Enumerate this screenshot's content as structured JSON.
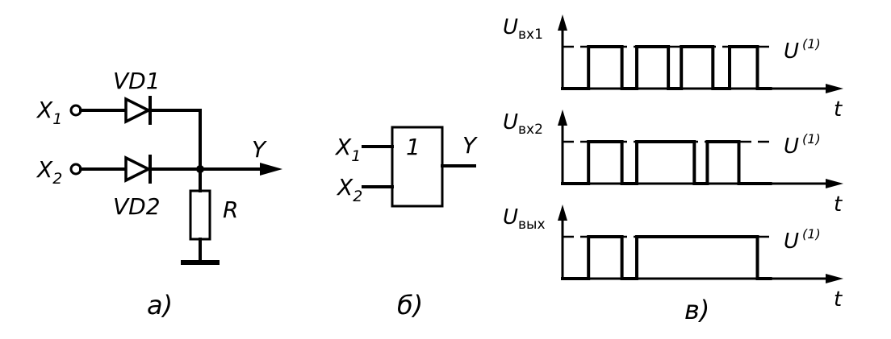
{
  "circuit": {
    "input1": "X",
    "input1_sub": "1",
    "input2": "X",
    "input2_sub": "2",
    "diode1": "VD1",
    "diode2": "VD2",
    "resistor": "R",
    "output": "Y",
    "caption": "а)"
  },
  "gate": {
    "symbol": "1",
    "input1": "X",
    "input1_sub": "1",
    "input2": "X",
    "input2_sub": "2",
    "output": "Y",
    "caption": "б)"
  },
  "timing": {
    "caption": "в)",
    "time_label": "t",
    "level_label": "U",
    "level_sup": "(1)",
    "signals": [
      {
        "name": "U",
        "sub": "вх1",
        "pulses": [
          [
            0.14,
            0.32
          ],
          [
            0.4,
            0.57
          ],
          [
            0.64,
            0.81
          ],
          [
            0.9,
            1.05
          ]
        ]
      },
      {
        "name": "U",
        "sub": "вх2",
        "pulses": [
          [
            0.14,
            0.32
          ],
          [
            0.4,
            0.71
          ],
          [
            0.78,
            0.95
          ]
        ]
      },
      {
        "name": "U",
        "sub": "вых",
        "pulses": [
          [
            0.14,
            0.32
          ],
          [
            0.4,
            1.05
          ]
        ]
      }
    ]
  }
}
